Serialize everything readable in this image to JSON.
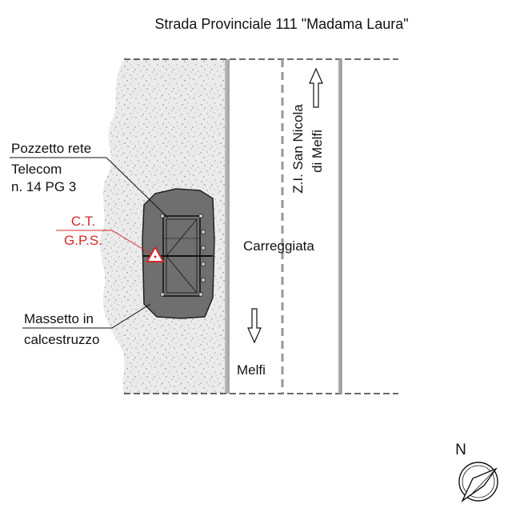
{
  "title": "Strada Provinciale 111 \"Madama Laura\"",
  "labels": {
    "pozzetto_line1": "Pozzetto rete",
    "pozzetto_line2": "Telecom",
    "pozzetto_line3": "n. 14 PG 3",
    "ct_line1": "C.T.",
    "ct_line2": "G.P.S.",
    "massetto_line1": "Massetto in",
    "massetto_line2": "calcestruzzo",
    "carreggiata": "Carreggiata",
    "melfi": "Melfi",
    "zi_line1": "Z.I. San Nicola",
    "zi_line2": "di Melfi",
    "north": "N"
  },
  "colors": {
    "ink": "#111111",
    "red": "#d42a2a",
    "slab": "#6f6f6f",
    "speckle_bg": "#ebebeb",
    "road_line": "#aaaaaa"
  },
  "icons": {
    "gps_marker": "warning-triangle-icon",
    "north_arrow": "compass-north-icon"
  }
}
